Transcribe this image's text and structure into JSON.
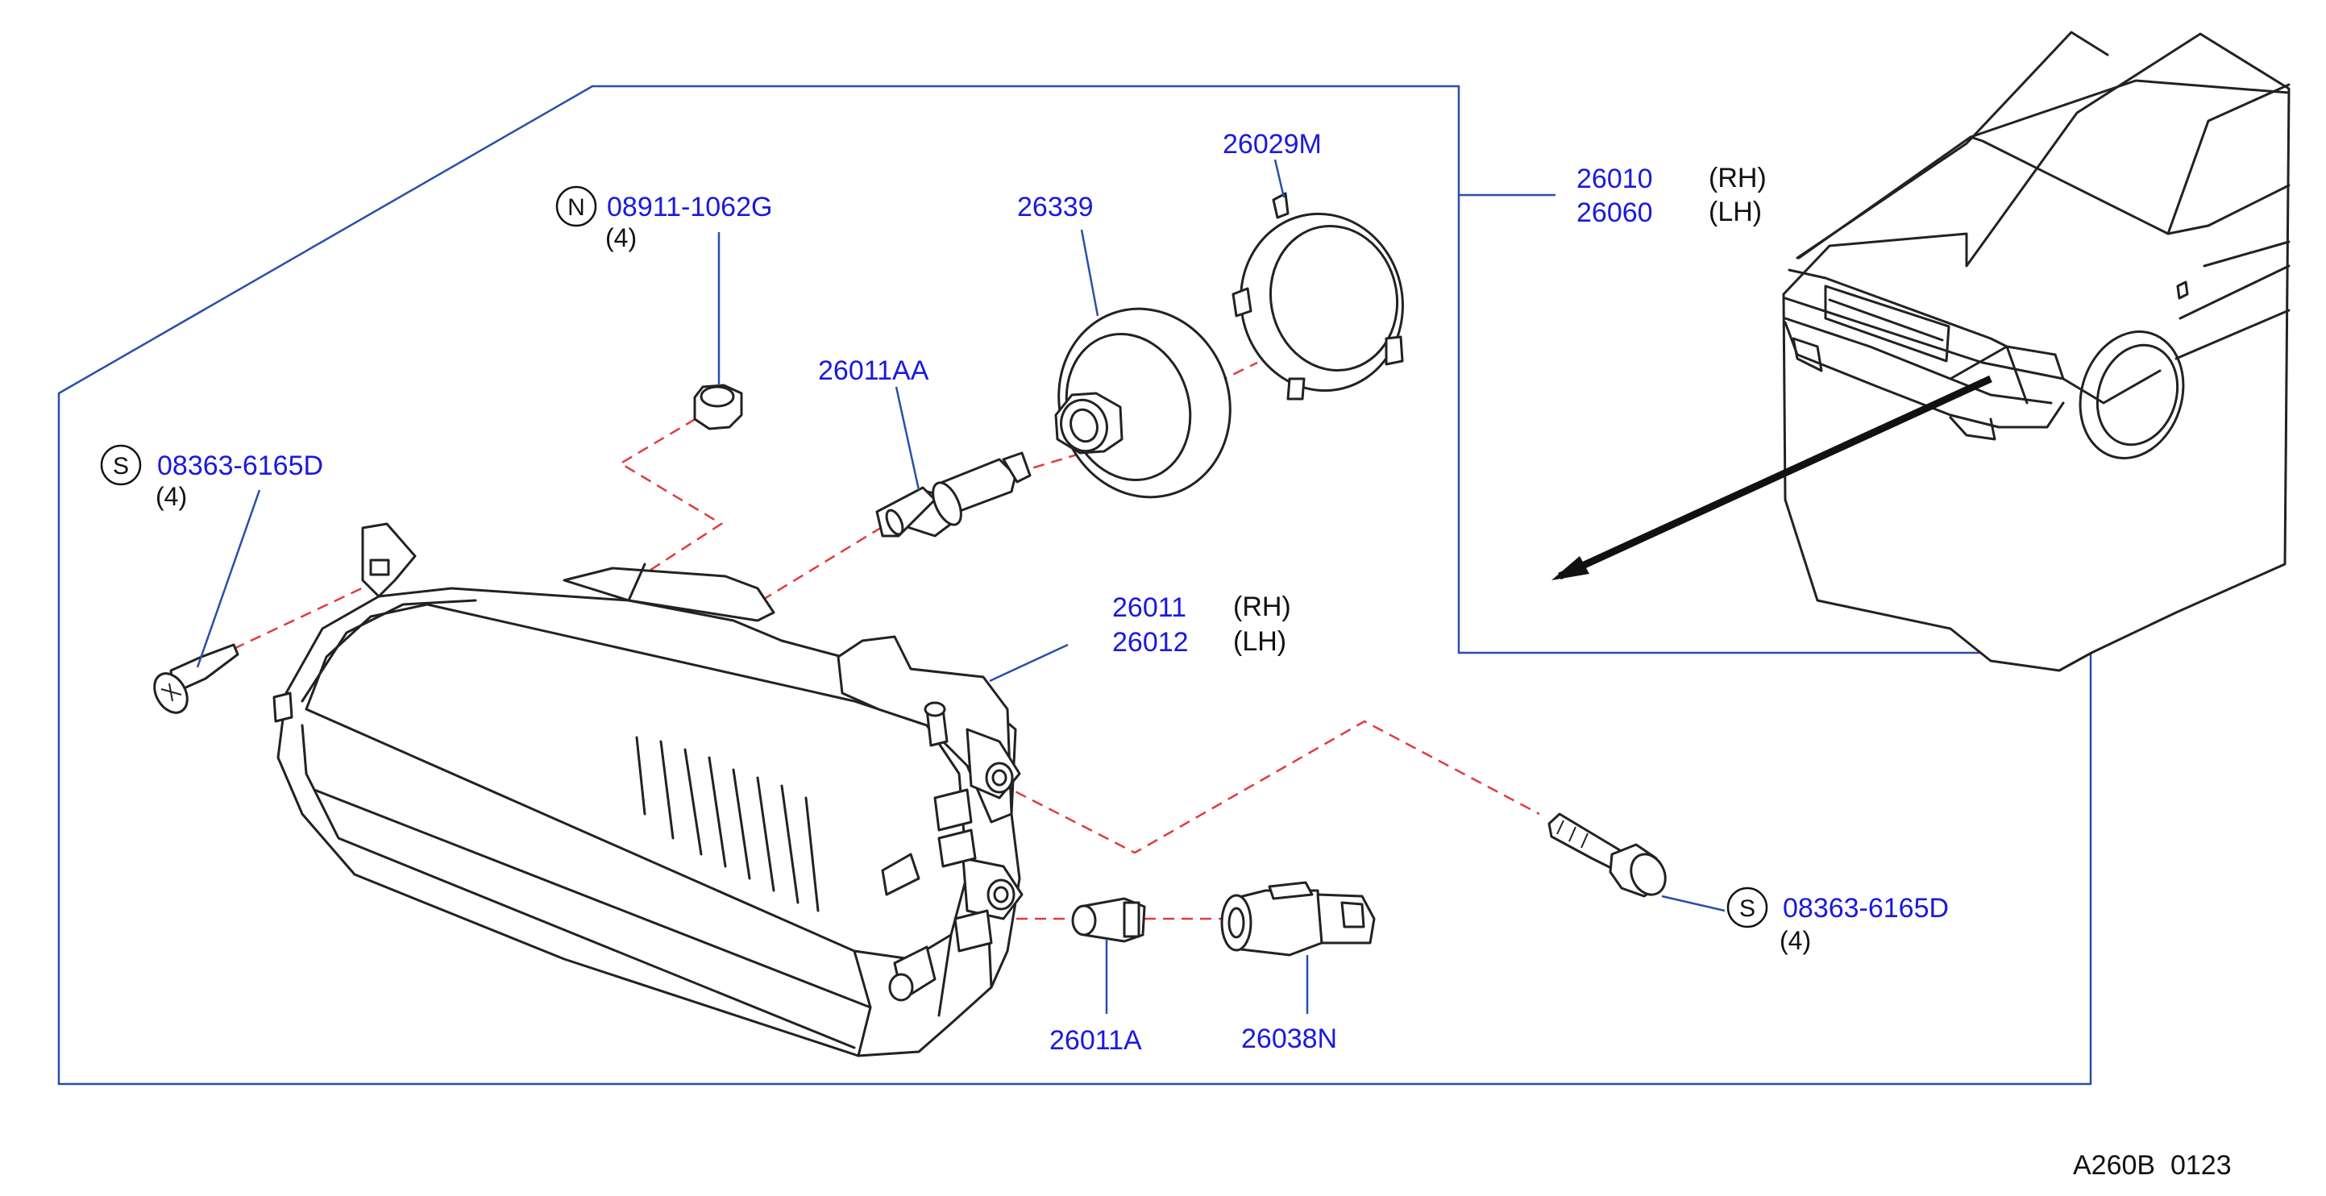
{
  "parts": {
    "nut": {
      "symbol": "N",
      "number": "08911-1062G",
      "qty": "(4)"
    },
    "screw_left": {
      "symbol": "S",
      "number": "08363-6165D",
      "qty": "(4)"
    },
    "screw_right": {
      "symbol": "S",
      "number": "08363-6165D",
      "qty": "(4)"
    },
    "bulb": {
      "number": "26011AA"
    },
    "cover": {
      "number": "26339"
    },
    "retainer": {
      "number": "26029M"
    },
    "assembly": {
      "rh_number": "26010",
      "rh_side": "(RH)",
      "lh_number": "26060",
      "lh_side": "(LH)"
    },
    "lamp_body": {
      "rh_number": "26011",
      "rh_side": "(RH)",
      "lh_number": "26012",
      "lh_side": "(LH)"
    },
    "side_bulb": {
      "number": "26011A"
    },
    "socket": {
      "number": "26038N"
    }
  },
  "diagram_code": "A260B  0123",
  "colors": {
    "part_number": "#1a1adc",
    "leader": "#2a4fa8",
    "dashed": "#e23b3b"
  }
}
